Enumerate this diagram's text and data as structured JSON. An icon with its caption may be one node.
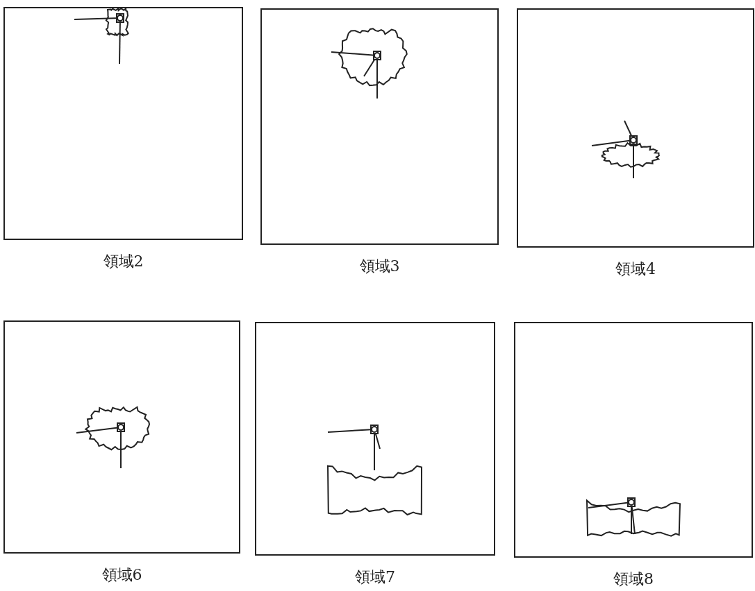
{
  "diagram": {
    "nodes": [
      {
        "text": [
          "領域2"
        ]
      },
      {
        "text": [
          "領域3"
        ]
      },
      {
        "text": [
          "領域4"
        ]
      },
      {
        "text": [
          "領域6"
        ]
      },
      {
        "text": [
          "領域7"
        ]
      },
      {
        "text": [
          "領域8"
        ]
      }
    ]
  }
}
